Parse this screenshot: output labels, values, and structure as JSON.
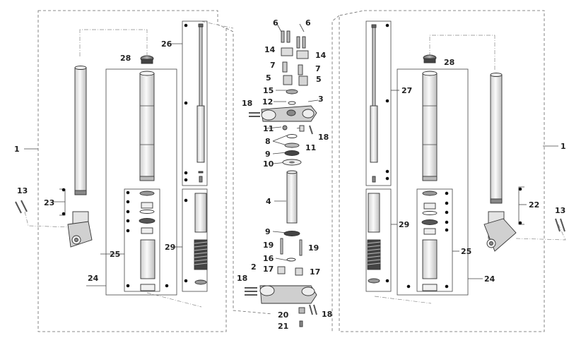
{
  "labels": {
    "l1_left": "1",
    "l1_right": "1",
    "l2": "2",
    "l3": "3",
    "l4": "4",
    "l5a": "5",
    "l5b": "5",
    "l6a": "6",
    "l6b": "6",
    "l7a": "7",
    "l7b": "7",
    "l8": "8",
    "l9a": "9",
    "l9b": "9",
    "l10": "10",
    "l11a": "11",
    "l11b": "11",
    "l12": "12",
    "l13_left": "13",
    "l13_right": "13",
    "l14a": "14",
    "l14b": "14",
    "l15": "15",
    "l16": "16",
    "l17a": "17",
    "l17b": "17",
    "l18a": "18",
    "l18b": "18",
    "l18c": "18",
    "l18d": "18",
    "l19a": "19",
    "l19b": "19",
    "l20": "20",
    "l21": "21",
    "l22": "22",
    "l23": "23",
    "l24_left": "24",
    "l24_right": "24",
    "l25_left": "25",
    "l25_right": "25",
    "l26": "26",
    "l27": "27",
    "l28_left": "28",
    "l28_right": "28",
    "l29_left": "29",
    "l29_right": "29"
  },
  "colors": {
    "line": "#444444",
    "part_light": "#f2f2f2",
    "part_mid": "#d9d9d9",
    "part_dark": "#9a9a9a"
  }
}
